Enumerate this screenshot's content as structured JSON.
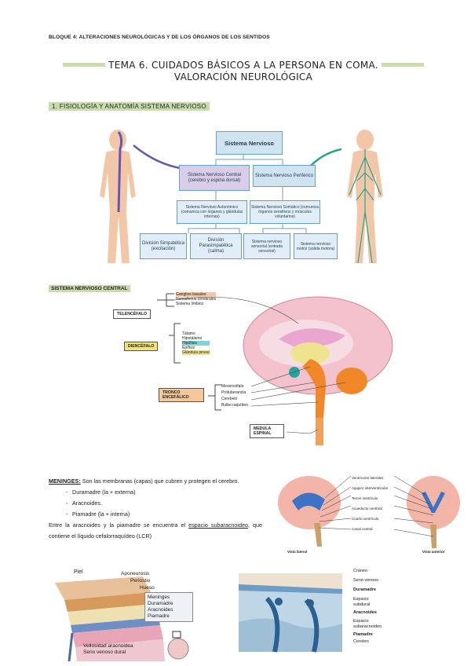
{
  "header": "BLOQUE 4: ALTERACIONES NEUROLÓGICAS Y DE LOS ÓRGANOS DE LOS SENTIDOS",
  "title_line1": "TEMA 6. CUIDADOS BÁSICOS A LA PERSONA EN COMA.",
  "title_line2": "VALORACIÓN NEUROLÓGICA",
  "section1": "1.   FISIOLOGÍA Y ANATOMÍA SISTEMA NERVIOSO",
  "diagram": {
    "root": "Sistema Nervioso",
    "snc": "Sistema Nervioso Central (cerebro y espina dorsal)",
    "snp": "Sistema Nervioso Periférico",
    "autonomo": "Sistema Nervioso Autonómico (comunica con órganos y glándulas internas)",
    "somatico": "Sistema Nervioso Somático (comunica órganos sensitivos y músculos voluntarios)",
    "simpatica": "División Simpatética (excitación)",
    "parasimpatica": "División Parasimpatética (calma)",
    "sensorial": "Sistema nervioso sensorial (entrada sensorial)",
    "motriz": "Sistema nervioso motriz (salida motora)"
  },
  "section2": "SISTEMA NERVIOSO CENTRAL",
  "brain": {
    "telencefalo": "TELENCÉFALO",
    "tel_items": [
      "Ganglios basales",
      "Hemisferios cerebrales",
      "Sistema límbico"
    ],
    "diencefalo": "DIENCÉFALO",
    "dien_items": [
      "Tálamo",
      "Hipotálamo",
      "Hipófisis",
      "Epífisis",
      "Glándula pineal"
    ],
    "tronco": "TRONCO ENCEFÁLICO",
    "tronco_items": [
      "Mesencéfalo",
      "Protuberancia",
      "Cerebelo",
      "Bulbo raquídeo"
    ],
    "medula": "MEDULA ESPINAL"
  },
  "meninges": {
    "term": "MENINGES:",
    "intro": " Son las membranas (capas) que cubren y protegen el cerebro.",
    "items": [
      "Duramadre (la + externa)",
      "Aracnoides.",
      "Piamadre (la + interna)"
    ],
    "text_a": "Entre la aracnoides y la piamadre se encuentra el ",
    "text_link": "espacio subaracnoideo",
    "text_b": ", que contiene el líquido cefalorraquídeo (LCR)"
  },
  "ventricles": {
    "labels": [
      "Ventrículos laterales",
      "Agujero interventricular",
      "Tercer ventrículo",
      "Acueducto cerebral",
      "Cuarto ventrículo",
      "Canal central"
    ],
    "lateral": "Vista lateral",
    "anterior": "Vista anterior"
  },
  "layers_left": {
    "piel": "Piel",
    "aponeurosis": "Aponeurosis",
    "periostio": "Periostio",
    "hueso": "Hueso",
    "box_title": "Meninges",
    "box_items": [
      "Duramadre",
      "Aracnoides",
      "Piamadre"
    ],
    "bottom1": "Vellosidad aracnoidea",
    "bottom2": "Seno venoso dural"
  },
  "layers_right": [
    "Cráneo",
    "Seno venoso",
    "Duramadre",
    "Espacio subdural",
    "Aracnoides",
    "Espacio subaracnoideo",
    "Piamadre",
    "Cerebro"
  ],
  "colors": {
    "accent": "#c9dcae",
    "blue": "#6a9fc2"
  }
}
